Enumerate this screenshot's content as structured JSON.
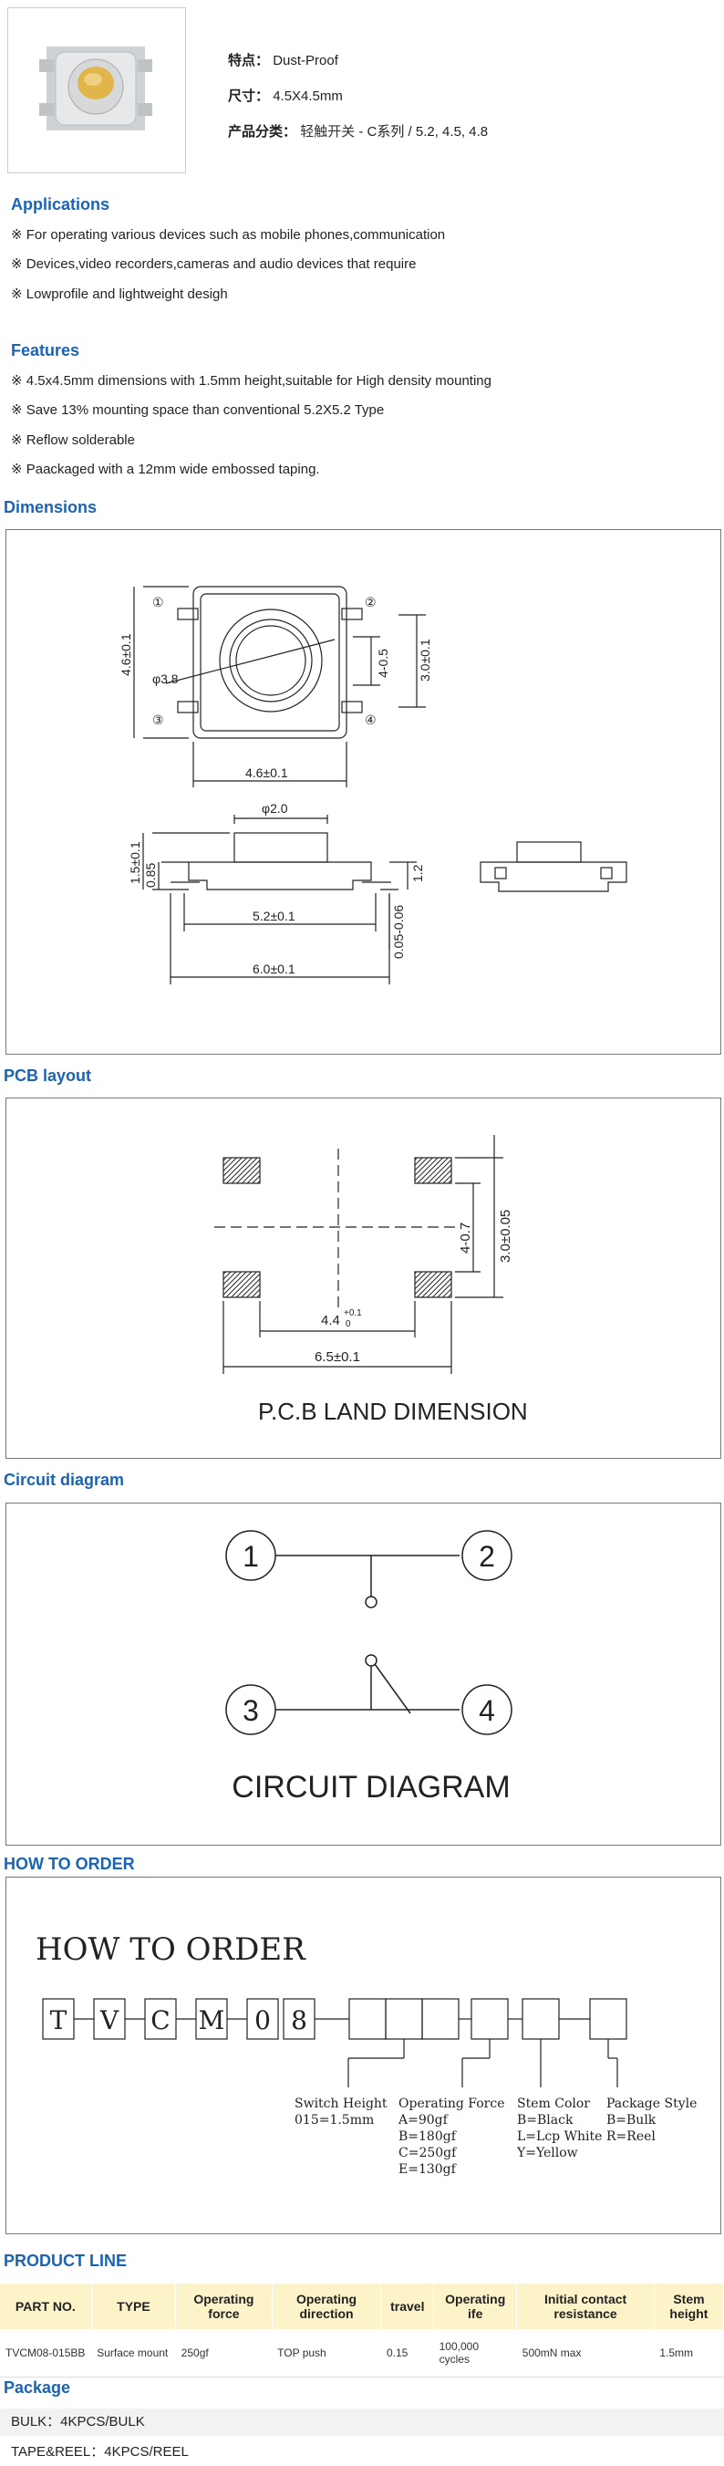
{
  "specs": {
    "feature_label": "特点：",
    "feature_value": "Dust-Proof",
    "size_label": "尺寸：",
    "size_value": "4.5X4.5mm",
    "category_label": "产品分类：",
    "category_link": "轻触开关",
    "category_rest": " - C系列 / 5.2, 4.5, 4.8"
  },
  "applications": {
    "title": "Applications",
    "lines": [
      "※ For operating various devices such as mobile phones,communication",
      "※ Devices,video recorders,cameras and audio devices that require",
      "※ Lowprofile and lightweight desigh"
    ]
  },
  "features": {
    "title": "Features",
    "lines": [
      "※ 4.5x4.5mm dimensions with 1.5mm height,suitable for High density mounting",
      "※ Save 13% mounting space than conventional 5.2X5.2 Type",
      "※ Reflow solderable",
      "※ Paackaged with a 12mm wide embossed taping."
    ]
  },
  "dimensions": {
    "title": "Dimensions",
    "labels": {
      "n1": "①",
      "n2": "②",
      "n3": "③",
      "n4": "④",
      "h46": "4.6±0.1",
      "d38": "φ3.8",
      "v405": "4-0.5",
      "v30": "3.0±0.1",
      "w46": "4.6±0.1",
      "d20": "φ2.0",
      "h15": "1.5±0.1",
      "h085": "0.85",
      "h12": "1.2",
      "w52": "5.2±0.1",
      "w60": "6.0±0.1",
      "h005": "0.05-0.06"
    }
  },
  "pcb": {
    "title": "PCB layout",
    "caption": "P.C.B LAND DIMENSION",
    "labels": {
      "w44": "4.4",
      "tol": "+0.1",
      "tol0": "0",
      "w65": "6.5±0.1",
      "v407": "4-0.7",
      "v30": "3.0±0.05"
    }
  },
  "circuit": {
    "title": "Circuit diagram",
    "caption": "CIRCUIT DIAGRAM",
    "nodes": [
      "1",
      "2",
      "3",
      "4"
    ]
  },
  "order": {
    "title": "HOW TO ORDER",
    "heading": "HOW TO ORDER",
    "letters": [
      "T",
      "V",
      "C",
      "M",
      "0",
      "8"
    ],
    "switch_height": [
      "Switch Height",
      "015=1.5mm"
    ],
    "operating_force": [
      "Operating Force",
      "A=90gf",
      "B=180gf",
      "C=250gf",
      "E=130gf"
    ],
    "stem_color": [
      "Stem Color",
      "B=Black",
      "L=Lcp White",
      "Y=Yellow"
    ],
    "package_style": [
      "Package Style",
      "B=Bulk",
      "R=Reel"
    ]
  },
  "product_line": {
    "title": "PRODUCT LINE",
    "headers": [
      "PART NO.",
      "TYPE",
      "Operating force",
      "Operating direction",
      "travel",
      "Operating ife",
      "Initial contact resistance",
      "Stem height"
    ],
    "row": [
      "TVCM08-015BB",
      "Surface mount",
      "250gf",
      "TOP push",
      "0.15",
      "100,000 cycles",
      "500mN max",
      "1.5mm"
    ]
  },
  "package": {
    "title": "Package",
    "bulk": "BULK：4KPCS/BULK",
    "reel": "TAPE&REEL：4KPCS/REEL"
  },
  "colors": {
    "accent": "#1a64b4",
    "table_header": "#fcf4c8"
  }
}
